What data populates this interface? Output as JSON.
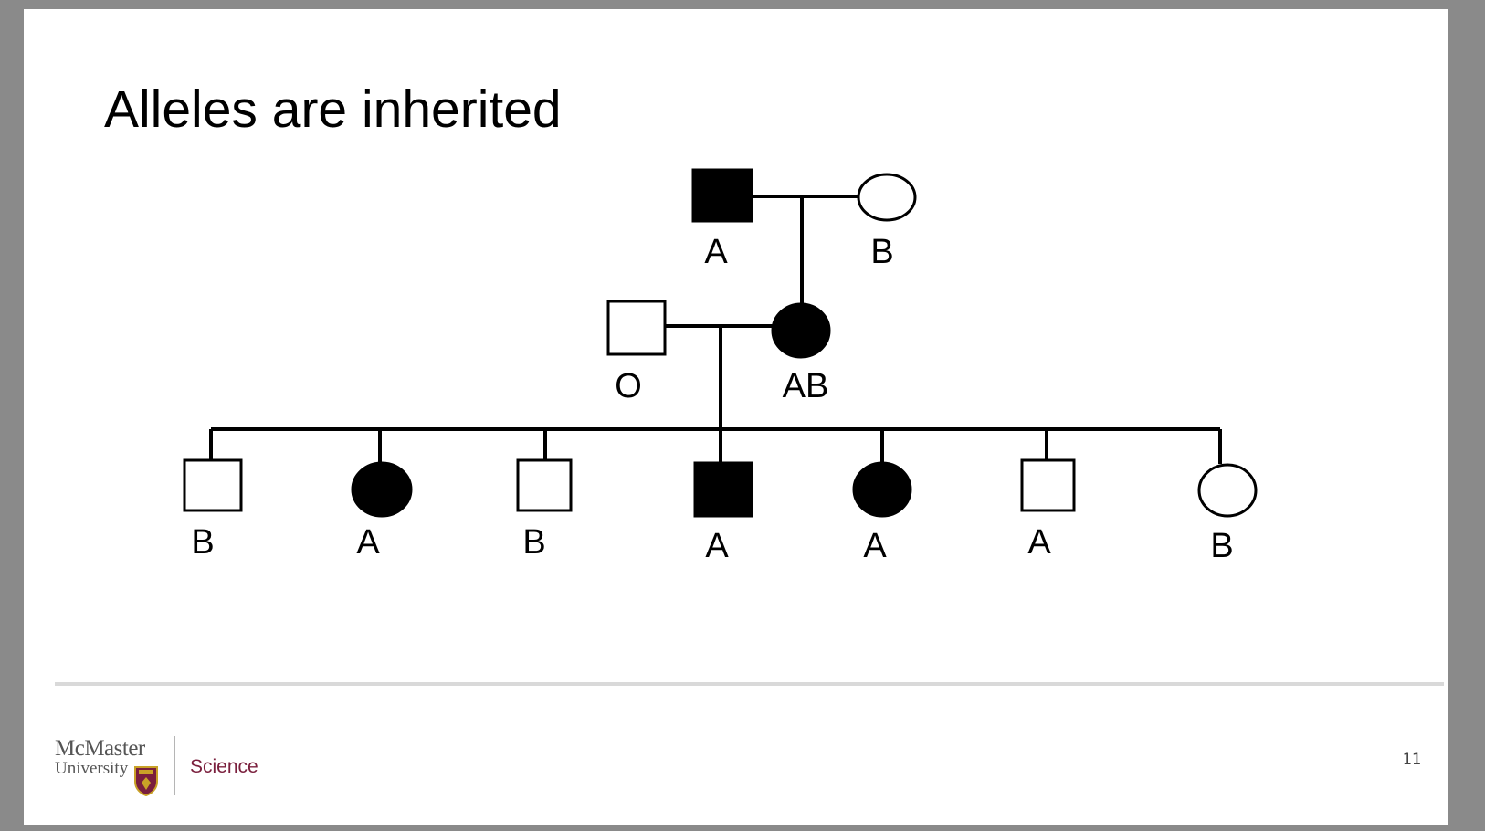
{
  "slide": {
    "title": "Alleles are inherited",
    "page_number": "11"
  },
  "branding": {
    "logo_line1": "McMaster",
    "logo_line2": "University",
    "faculty": "Science",
    "faculty_color": "#7a1f3d",
    "crest_icon": "crest-icon"
  },
  "pedigree": {
    "generation1": [
      {
        "id": "grandfather",
        "sex": "male",
        "affected": true,
        "blood_type": "A"
      },
      {
        "id": "grandmother",
        "sex": "female",
        "affected": false,
        "blood_type": "B"
      }
    ],
    "generation2": [
      {
        "id": "father",
        "sex": "male",
        "affected": false,
        "blood_type": "O"
      },
      {
        "id": "mother",
        "sex": "female",
        "affected": true,
        "blood_type": "AB"
      }
    ],
    "generation3": [
      {
        "id": "child1",
        "sex": "male",
        "affected": false,
        "blood_type": "B"
      },
      {
        "id": "child2",
        "sex": "female",
        "affected": true,
        "blood_type": "A"
      },
      {
        "id": "child3",
        "sex": "male",
        "affected": false,
        "blood_type": "B"
      },
      {
        "id": "child4",
        "sex": "male",
        "affected": true,
        "blood_type": "A"
      },
      {
        "id": "child5",
        "sex": "female",
        "affected": true,
        "blood_type": "A"
      },
      {
        "id": "child6",
        "sex": "male",
        "affected": false,
        "blood_type": "A"
      },
      {
        "id": "child7",
        "sex": "female",
        "affected": false,
        "blood_type": "B"
      }
    ]
  }
}
